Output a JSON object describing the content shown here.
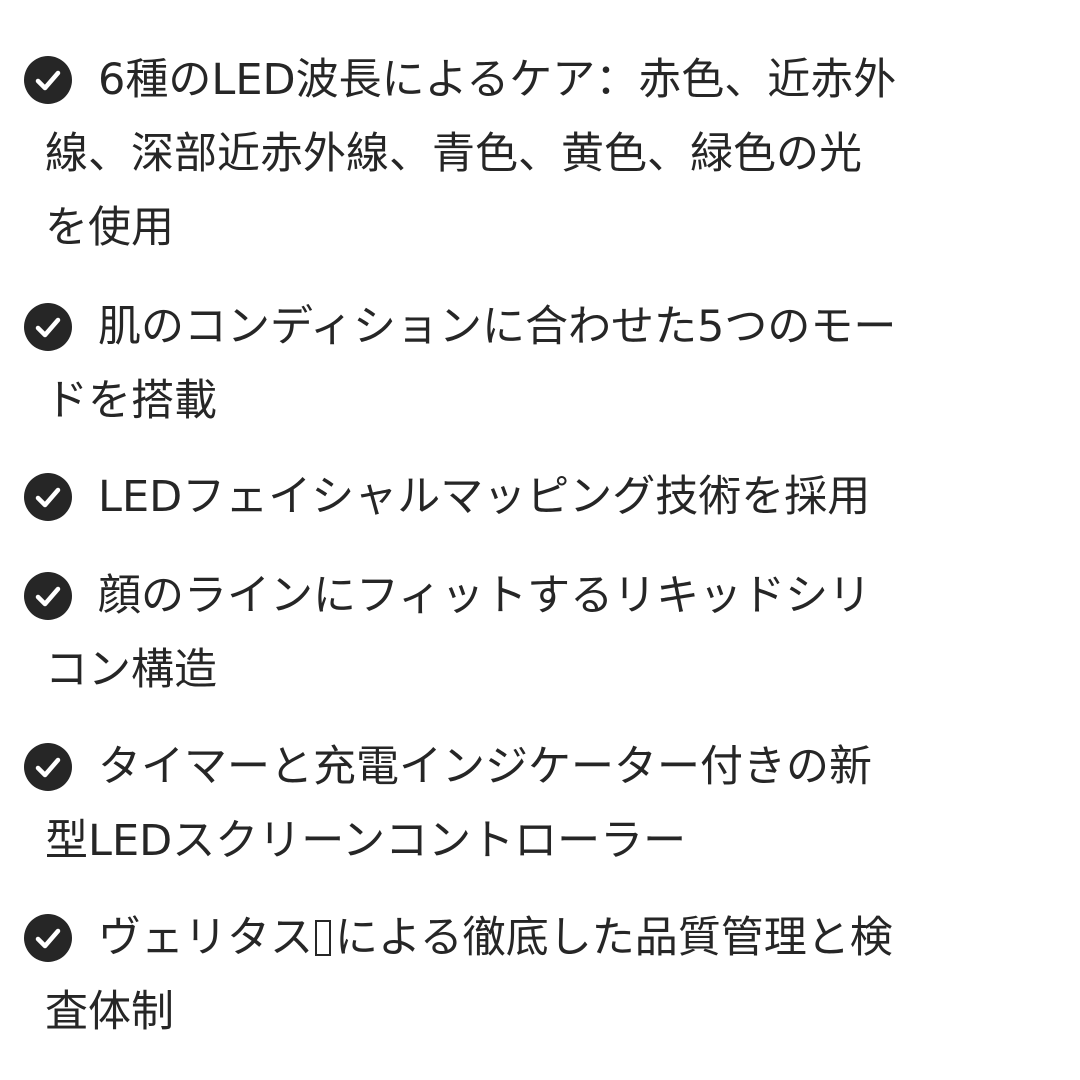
{
  "colors": {
    "text": "#262626",
    "icon_fill": "#262626",
    "icon_check": "#ffffff",
    "background": "#ffffff"
  },
  "features": {
    "icon": "check-circle-icon",
    "items": [
      {
        "text": "6種のLED波長によるケア：赤色、近赤外線、深部近赤外線、青色、黄色、緑色の光を使用",
        "lines": [
          "6種のLED波長によるケア：赤色、近赤外",
          "線、深部近赤外線、青色、黄色、緑色の光",
          "を使用"
        ]
      },
      {
        "text": "肌のコンディションに合わせた5つのモードを搭載",
        "lines": [
          "肌のコンディションに合わせた5つのモー",
          "ドを搭載"
        ]
      },
      {
        "text": "LEDフェイシャルマッピング技術を採用",
        "lines": [
          "LEDフェイシャルマッピング技術を採用"
        ]
      },
      {
        "text": "顔のラインにフィットするリキッドシリコン構造",
        "lines": [
          "顔のラインにフィットするリキッドシリ",
          "コン構造"
        ]
      },
      {
        "text": "タイマーと充電インジケーター付きの新型LEDスクリーンコントローラー",
        "lines": [
          "タイマーと充電インジケーター付きの新",
          "型LEDスクリーンコントローラー"
        ]
      },
      {
        "text": "ヴェリタス□による徹底した品質管理と検査体制",
        "lines_parts": {
          "line1_before": "ヴェリタス",
          "line1_after": "による徹底した品質管理と検",
          "line2": "査体制"
        },
        "missing_glyph": "□"
      }
    ]
  }
}
